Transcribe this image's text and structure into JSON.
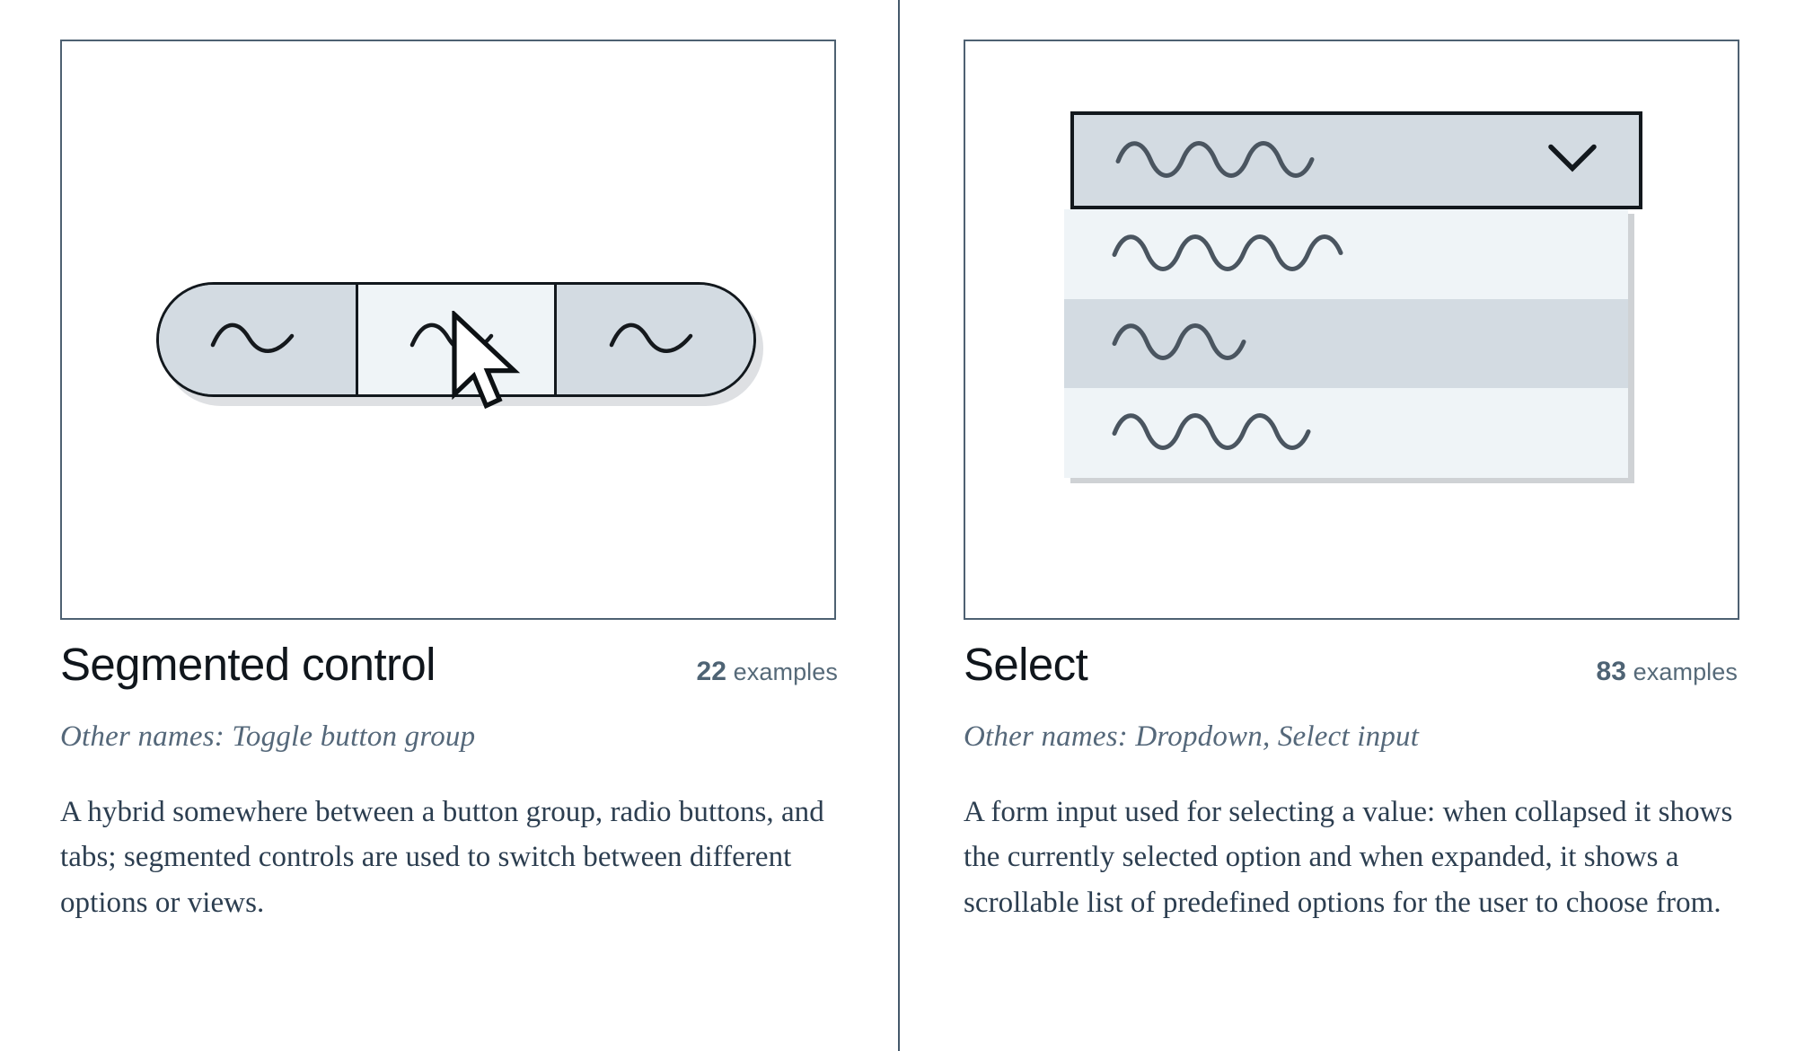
{
  "page": {
    "layout": "two-column-component-cards",
    "background": "#ffffff",
    "divider_color": "#45596b"
  },
  "colors": {
    "frame_border": "#4e6172",
    "title": "#10161c",
    "examples": "#566a79",
    "other_names": "#55687a",
    "description": "#2c3e50",
    "control_fill_inactive": "#d3dbe2",
    "control_fill_active": "#eff4f7",
    "control_outline": "#12181d",
    "shadow": "#d8dbde",
    "wave_stroke": "#4a5560"
  },
  "cards": [
    {
      "id": "segmented-control",
      "title": "Segmented control",
      "examples_count": "22",
      "examples_word": "examples",
      "other_names": "Other names: Toggle button group",
      "description": "A hybrid somewhere between a button group, radio buttons, and tabs; segmented controls are used to switch between different options or views.",
      "illustration": {
        "type": "segmented-control",
        "segments": [
          {
            "label_placeholder": "wave-squiggle",
            "state": "inactive"
          },
          {
            "label_placeholder": "wave-squiggle",
            "state": "active"
          },
          {
            "label_placeholder": "wave-squiggle",
            "state": "inactive"
          }
        ],
        "cursor": {
          "visible": true,
          "over_segment_index": 1
        }
      }
    },
    {
      "id": "select",
      "title": "Select",
      "examples_count": "83",
      "examples_word": "examples",
      "other_names": "Other names: Dropdown, Select input",
      "description": "A form input used for selecting a value: when collapsed it shows the currently selected option and when expanded, it shows a scrollable list of predefined options for the user to choose from.",
      "illustration": {
        "type": "select-dropdown",
        "collapsed_field": {
          "label_placeholder": "wave-squiggle-long",
          "state": "focused",
          "icon": "chevron-down-icon"
        },
        "options": [
          {
            "label_placeholder": "wave-squiggle-long",
            "state": "normal"
          },
          {
            "label_placeholder": "wave-squiggle-medium",
            "state": "highlighted"
          },
          {
            "label_placeholder": "wave-squiggle-long",
            "state": "normal"
          }
        ],
        "cursor": {
          "visible": true,
          "over_option_index": 1
        }
      }
    }
  ]
}
